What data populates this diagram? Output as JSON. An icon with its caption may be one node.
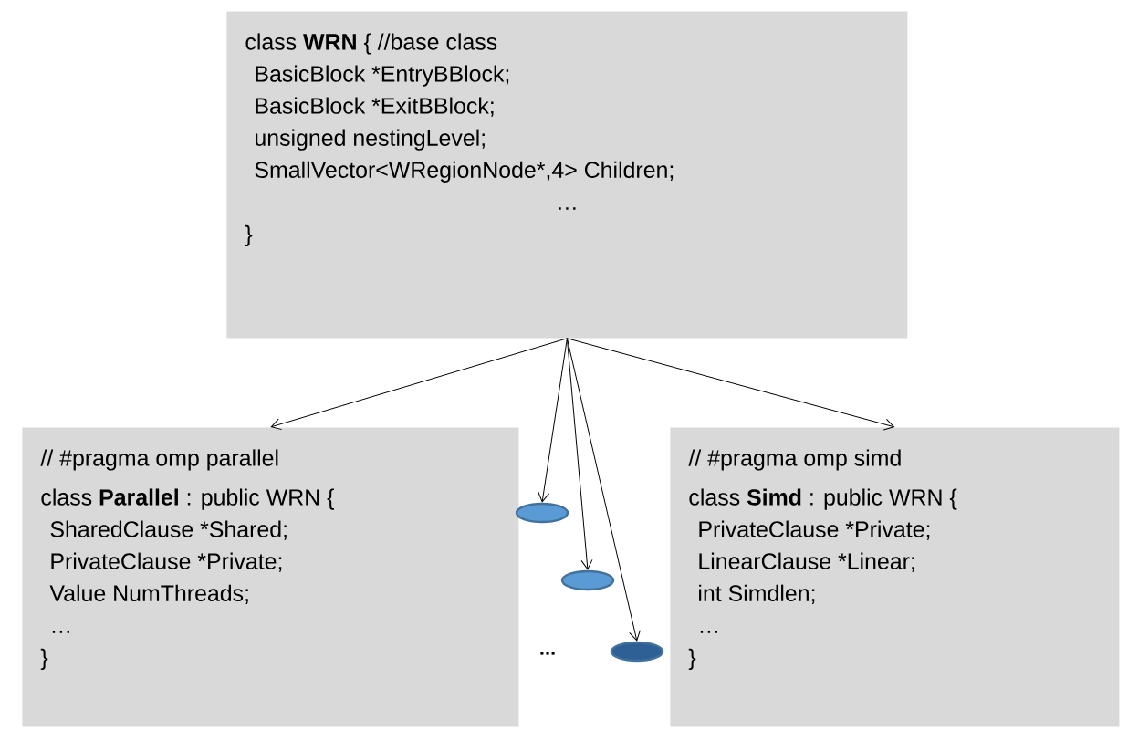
{
  "diagram": {
    "nodes": [
      {
        "text": [
          "class **WRN** {  //base class",
          "BasicBlock *EntryBBlock;",
          "BasicBlock *ExitBBlock;",
          "unsigned nestingLevel;",
          "SmallVector<WRegionNode*,4> Children;",
          "…",
          "}"
        ]
      },
      {
        "text": [
          "// #pragma omp parallel",
          "class **Parallel** : public WRN {",
          "SharedClause *Shared;",
          "PrivateClause *Private;",
          "Value NumThreads;",
          "…",
          "}"
        ]
      },
      {
        "text": [],
        "shape": "ellipse"
      },
      {
        "text": [],
        "shape": "ellipse"
      },
      {
        "text": [],
        "shape": "ellipse"
      },
      {
        "text": [
          "// #pragma omp simd",
          "class **Simd** : public WRN {",
          "PrivateClause *Private;",
          "LinearClause *Linear;",
          "int Simdlen;",
          "…",
          "}"
        ]
      }
    ],
    "edges": [
      {
        "from": 0,
        "to": 1,
        "arrow": "to"
      },
      {
        "from": 0,
        "to": 2,
        "arrow": "to"
      },
      {
        "from": 0,
        "to": 3,
        "arrow": "to"
      },
      {
        "from": 0,
        "to": 4,
        "arrow": "to"
      },
      {
        "from": 0,
        "to": 5,
        "arrow": "to"
      }
    ],
    "labels": [
      "..."
    ]
  }
}
